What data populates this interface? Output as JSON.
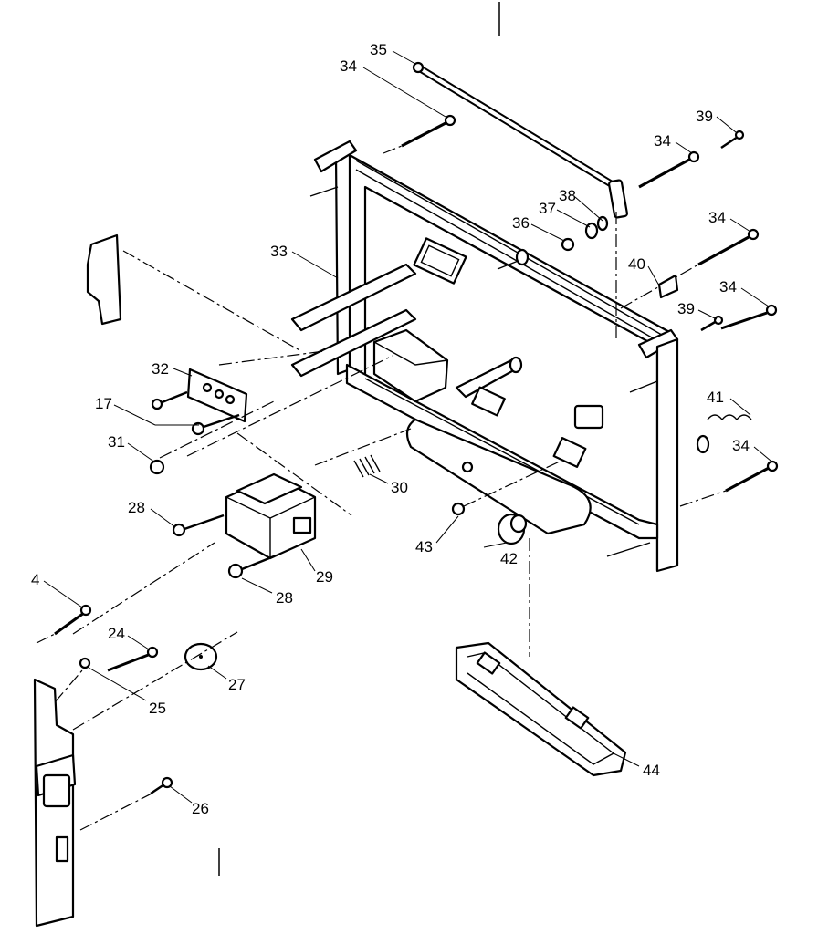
{
  "callouts": [
    {
      "id": "c35",
      "text": "35"
    },
    {
      "id": "c34a",
      "text": "34"
    },
    {
      "id": "c39a",
      "text": "39"
    },
    {
      "id": "c34b",
      "text": "34"
    },
    {
      "id": "c38",
      "text": "38"
    },
    {
      "id": "c37",
      "text": "37"
    },
    {
      "id": "c36",
      "text": "36"
    },
    {
      "id": "c34c",
      "text": "34"
    },
    {
      "id": "c33",
      "text": "33"
    },
    {
      "id": "c40",
      "text": "40"
    },
    {
      "id": "c34d",
      "text": "34"
    },
    {
      "id": "c39b",
      "text": "39"
    },
    {
      "id": "c32",
      "text": "32"
    },
    {
      "id": "c17",
      "text": "17"
    },
    {
      "id": "c41",
      "text": "41"
    },
    {
      "id": "c31",
      "text": "31"
    },
    {
      "id": "c34e",
      "text": "34"
    },
    {
      "id": "c30",
      "text": "30"
    },
    {
      "id": "c28a",
      "text": "28"
    },
    {
      "id": "c43",
      "text": "43"
    },
    {
      "id": "c42",
      "text": "42"
    },
    {
      "id": "c29",
      "text": "29"
    },
    {
      "id": "c28b",
      "text": "28"
    },
    {
      "id": "c4",
      "text": "4"
    },
    {
      "id": "c24",
      "text": "24"
    },
    {
      "id": "c27",
      "text": "27"
    },
    {
      "id": "c25",
      "text": "25"
    },
    {
      "id": "c44",
      "text": "44"
    },
    {
      "id": "c26",
      "text": "26"
    }
  ]
}
